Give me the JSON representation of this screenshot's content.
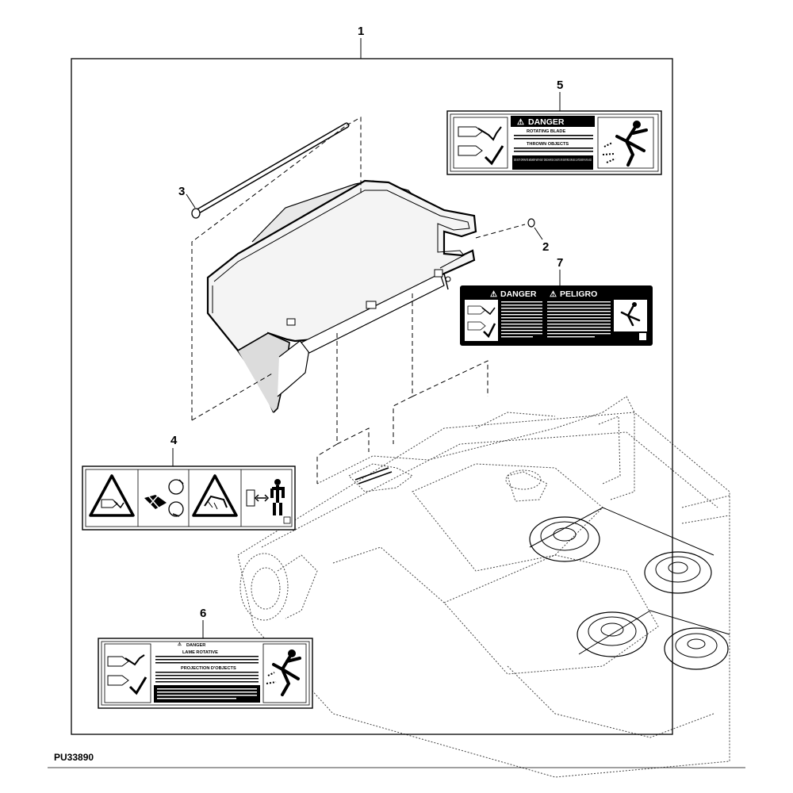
{
  "callouts": {
    "c1": "1",
    "c2": "2",
    "c3": "3",
    "c4": "4",
    "c5": "5",
    "c6": "6",
    "c7": "7"
  },
  "decal5": {
    "header": "DANGER",
    "line1": "ROTATING BLADE",
    "line2": "THROWN OBJECTS",
    "footer": "DO NOT OPERATE MOWER WITHOUT DISCHARGE CHUTE OR ENTIRE GRASS CATCHER IN PLACE"
  },
  "decal7": {
    "header_en": "DANGER",
    "header_es": "PELIGRO"
  },
  "decal6": {
    "header": "DANGER",
    "line1": "LAME ROTATIVE",
    "line2": "PROJECTION D'OBJECTS"
  },
  "doc_id": "PU33890"
}
